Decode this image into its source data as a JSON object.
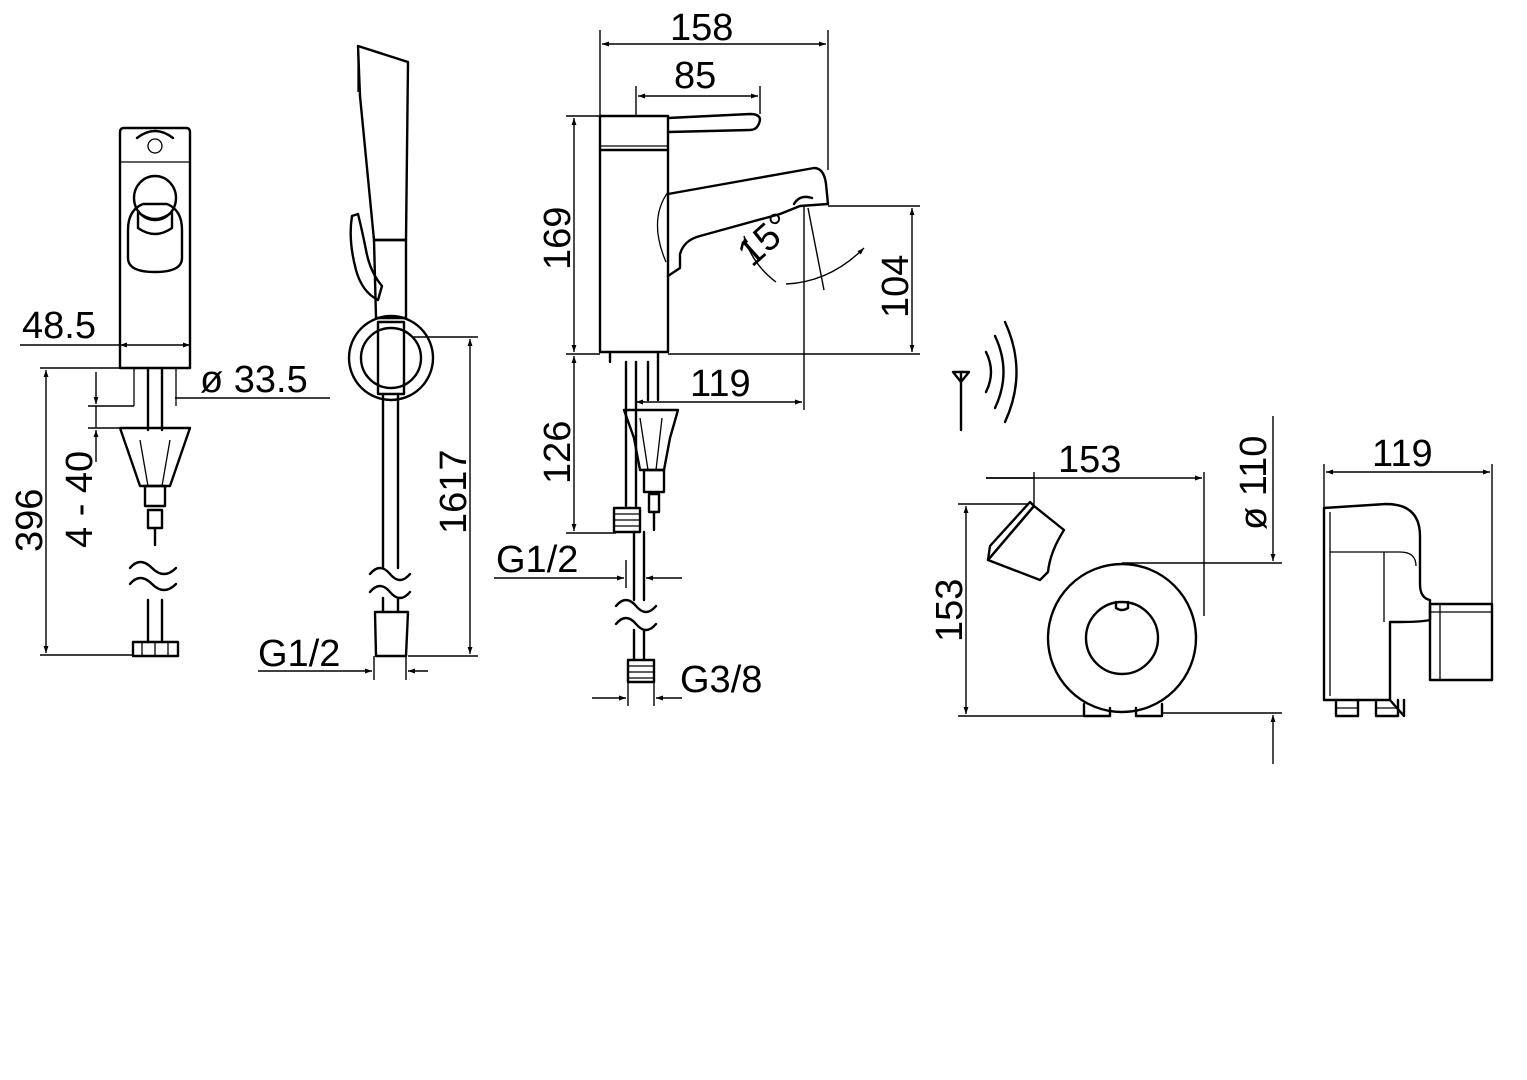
{
  "dimensions": {
    "basin_width": "48.5",
    "spout_diameter": "ø 33.5",
    "countertop_thickness": "4 - 40",
    "mixer_total_height": "396",
    "hose_length": "1617",
    "hand_shower_connection": "G1/2",
    "body_width": "158",
    "lever_width": "85",
    "body_height": "169",
    "spout_angle": "15°",
    "spout_clearance": "104",
    "spout_reach": "119",
    "below_deck_length": "126",
    "inlet_connection": "G1/2",
    "supply_connection": "G3/8",
    "box_width": "153",
    "box_height": "153",
    "box_diameter": "ø 110",
    "box_depth": "119"
  },
  "colors": {
    "line": "#000000",
    "background": "#ffffff"
  },
  "icons": [
    "wireless-signal-icon"
  ]
}
